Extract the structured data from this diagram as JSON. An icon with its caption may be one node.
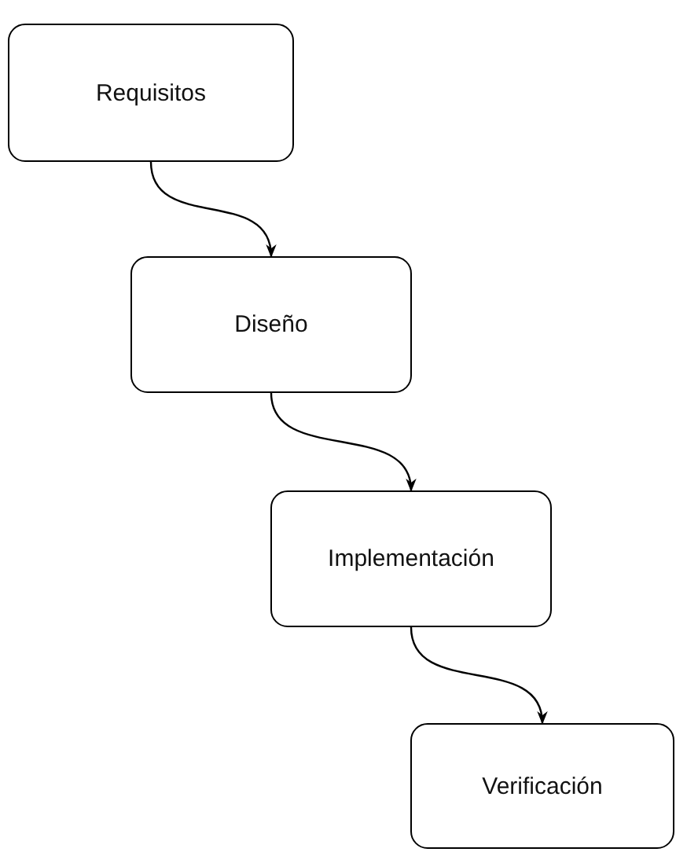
{
  "diagram": {
    "nodes": [
      {
        "text": [
          "Requisitos"
        ]
      },
      {
        "text": [
          "Diseño"
        ]
      },
      {
        "text": [
          "Implementación"
        ]
      },
      {
        "text": [
          "Verificación"
        ]
      }
    ],
    "edges": [
      {
        "from": 0,
        "to": 1,
        "arrow": "to"
      },
      {
        "from": 1,
        "to": 2,
        "arrow": "to"
      },
      {
        "from": 2,
        "to": 3,
        "arrow": "to"
      }
    ]
  }
}
